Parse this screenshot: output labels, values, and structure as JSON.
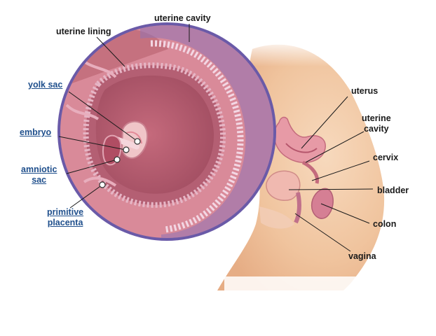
{
  "labels": {
    "uterine_lining": "uterine lining",
    "uterine_cavity_top": "uterine cavity",
    "yolk_sac": "yolk sac",
    "embryo": "embryo",
    "amniotic_sac_line1": "amniotic",
    "amniotic_sac_line2": "sac",
    "primitive_placenta_line1": "primitive",
    "primitive_placenta_line2": "placenta",
    "uterus": "uterus",
    "uterine_cavity_line1": "uterine",
    "uterine_cavity_line2": "cavity",
    "cervix": "cervix",
    "bladder": "bladder",
    "colon": "colon",
    "vagina": "vagina"
  },
  "colors": {
    "link_label": "#1f4f8c",
    "plain_label": "#1a1a1a",
    "inset_rim": "#6a5aa8",
    "tissue_pink": "#d98a99",
    "skin": "#f3c9a4"
  }
}
